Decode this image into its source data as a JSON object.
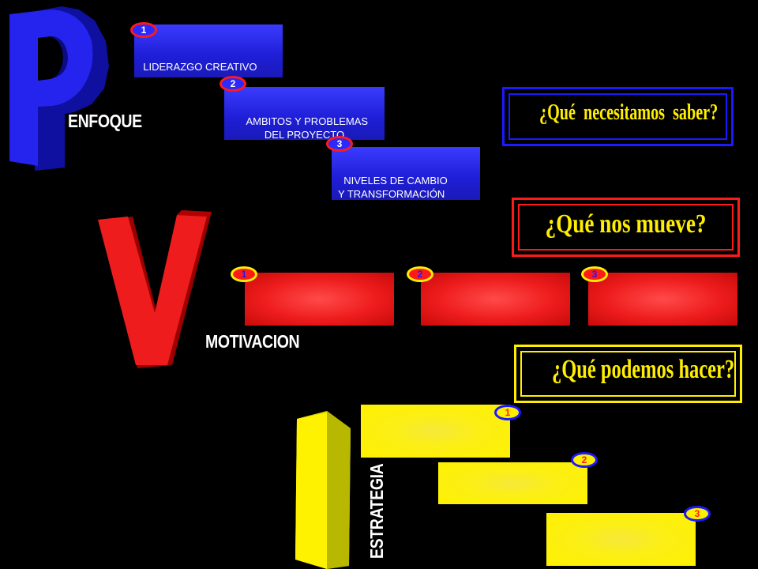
{
  "sections": {
    "p": {
      "letter": "P",
      "label": "ENFOQUE",
      "question": "¿Qué  necesitamos  saber?",
      "items": [
        {
          "num": "1",
          "text": "LIDERAZGO CREATIVO"
        },
        {
          "num": "2",
          "text": "AMBITOS Y PROBLEMAS\nDEL PROYECTO"
        },
        {
          "num": "3",
          "text": "NIVELES DE CAMBIO\nY TRANSFORMACIÓN"
        }
      ]
    },
    "v": {
      "letter": "V",
      "label": "MOTIVACION",
      "question": "¿Qué nos mueve?",
      "items": [
        {
          "num": "1"
        },
        {
          "num": "2"
        },
        {
          "num": "3"
        }
      ]
    },
    "i": {
      "letter": "I",
      "label": "ESTRATEGIA",
      "question": "¿Qué podemos hacer?",
      "items": [
        {
          "num": "1"
        },
        {
          "num": "2"
        },
        {
          "num": "3"
        }
      ]
    }
  },
  "colors": {
    "background": "#000000",
    "blue": "#1e1ed6",
    "red": "#ee1c1c",
    "yellow": "#fff000",
    "white": "#ffffff"
  }
}
